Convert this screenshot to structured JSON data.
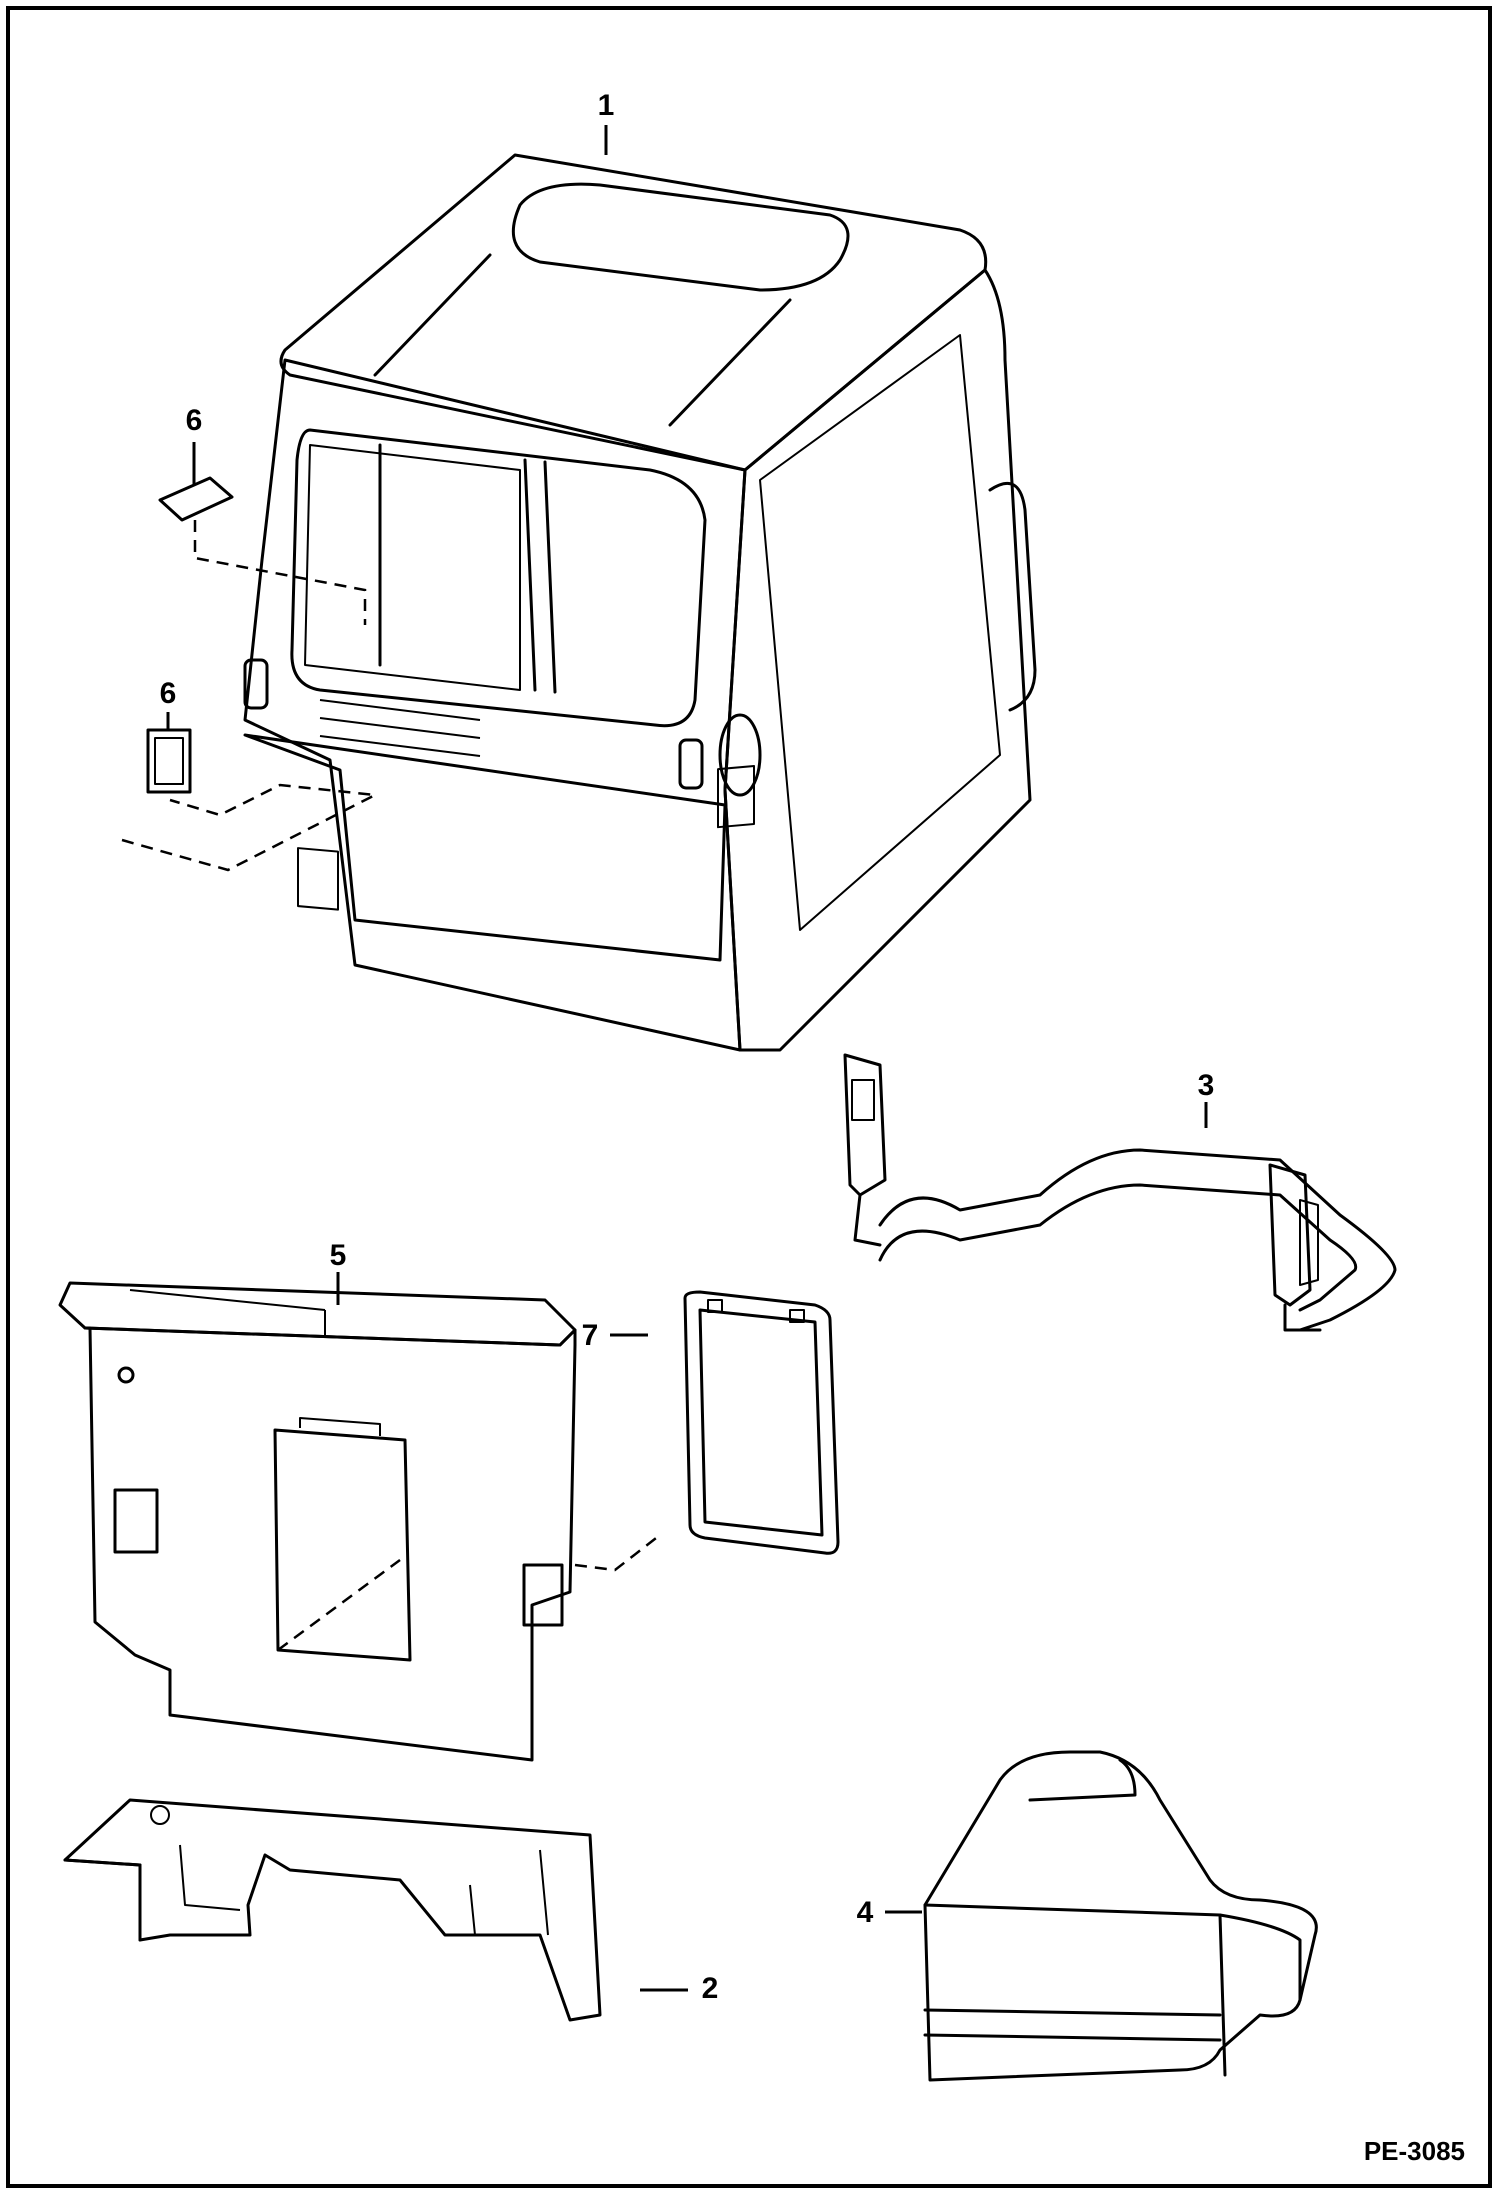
{
  "diagram": {
    "reference_code": "PE-3085",
    "callouts": [
      {
        "id": "1",
        "label": "1"
      },
      {
        "id": "2",
        "label": "2"
      },
      {
        "id": "3",
        "label": "3"
      },
      {
        "id": "4",
        "label": "4"
      },
      {
        "id": "5",
        "label": "5"
      },
      {
        "id": "6a",
        "label": "6"
      },
      {
        "id": "6b",
        "label": "6"
      },
      {
        "id": "7",
        "label": "7"
      }
    ]
  }
}
